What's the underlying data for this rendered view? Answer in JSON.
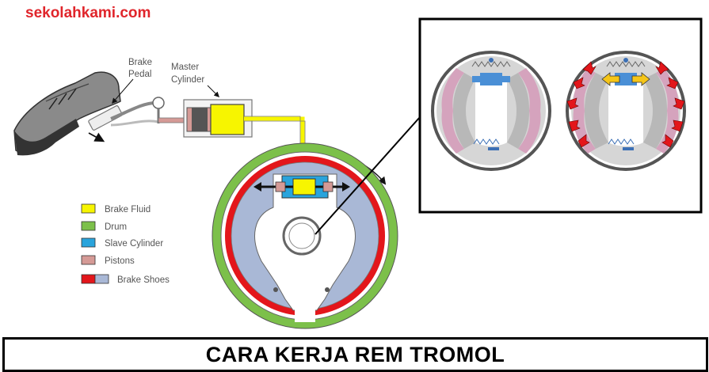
{
  "watermark": "sekolahkami.com",
  "labels": {
    "brake_pedal_line1": "Brake",
    "brake_pedal_line2": "Pedal",
    "master_cylinder_line1": "Master",
    "master_cylinder_line2": "Cylinder"
  },
  "legend": [
    {
      "label": "Brake Fluid",
      "color": "#f7f500"
    },
    {
      "label": "Drum",
      "color": "#7cc04a"
    },
    {
      "label": "Slave Cylinder",
      "color": "#2aa4dc"
    },
    {
      "label": "Pistons",
      "color": "#d59a96"
    },
    {
      "label": "Brake Shoes",
      "color": "#e3161b",
      "color2": "#a9b8d6"
    }
  ],
  "title": "CARA KERJA REM TROMOL",
  "colors": {
    "accent_red": "#e0252b",
    "drum_green": "#7cc04a",
    "shoe_red": "#e3161b",
    "backing_plate": "#a9b8d6",
    "fluid_yellow": "#f7f500",
    "slave_blue": "#2aa4dc",
    "piston_pink": "#d59a96",
    "shoe_lining_pink": "#d5a3bd"
  }
}
